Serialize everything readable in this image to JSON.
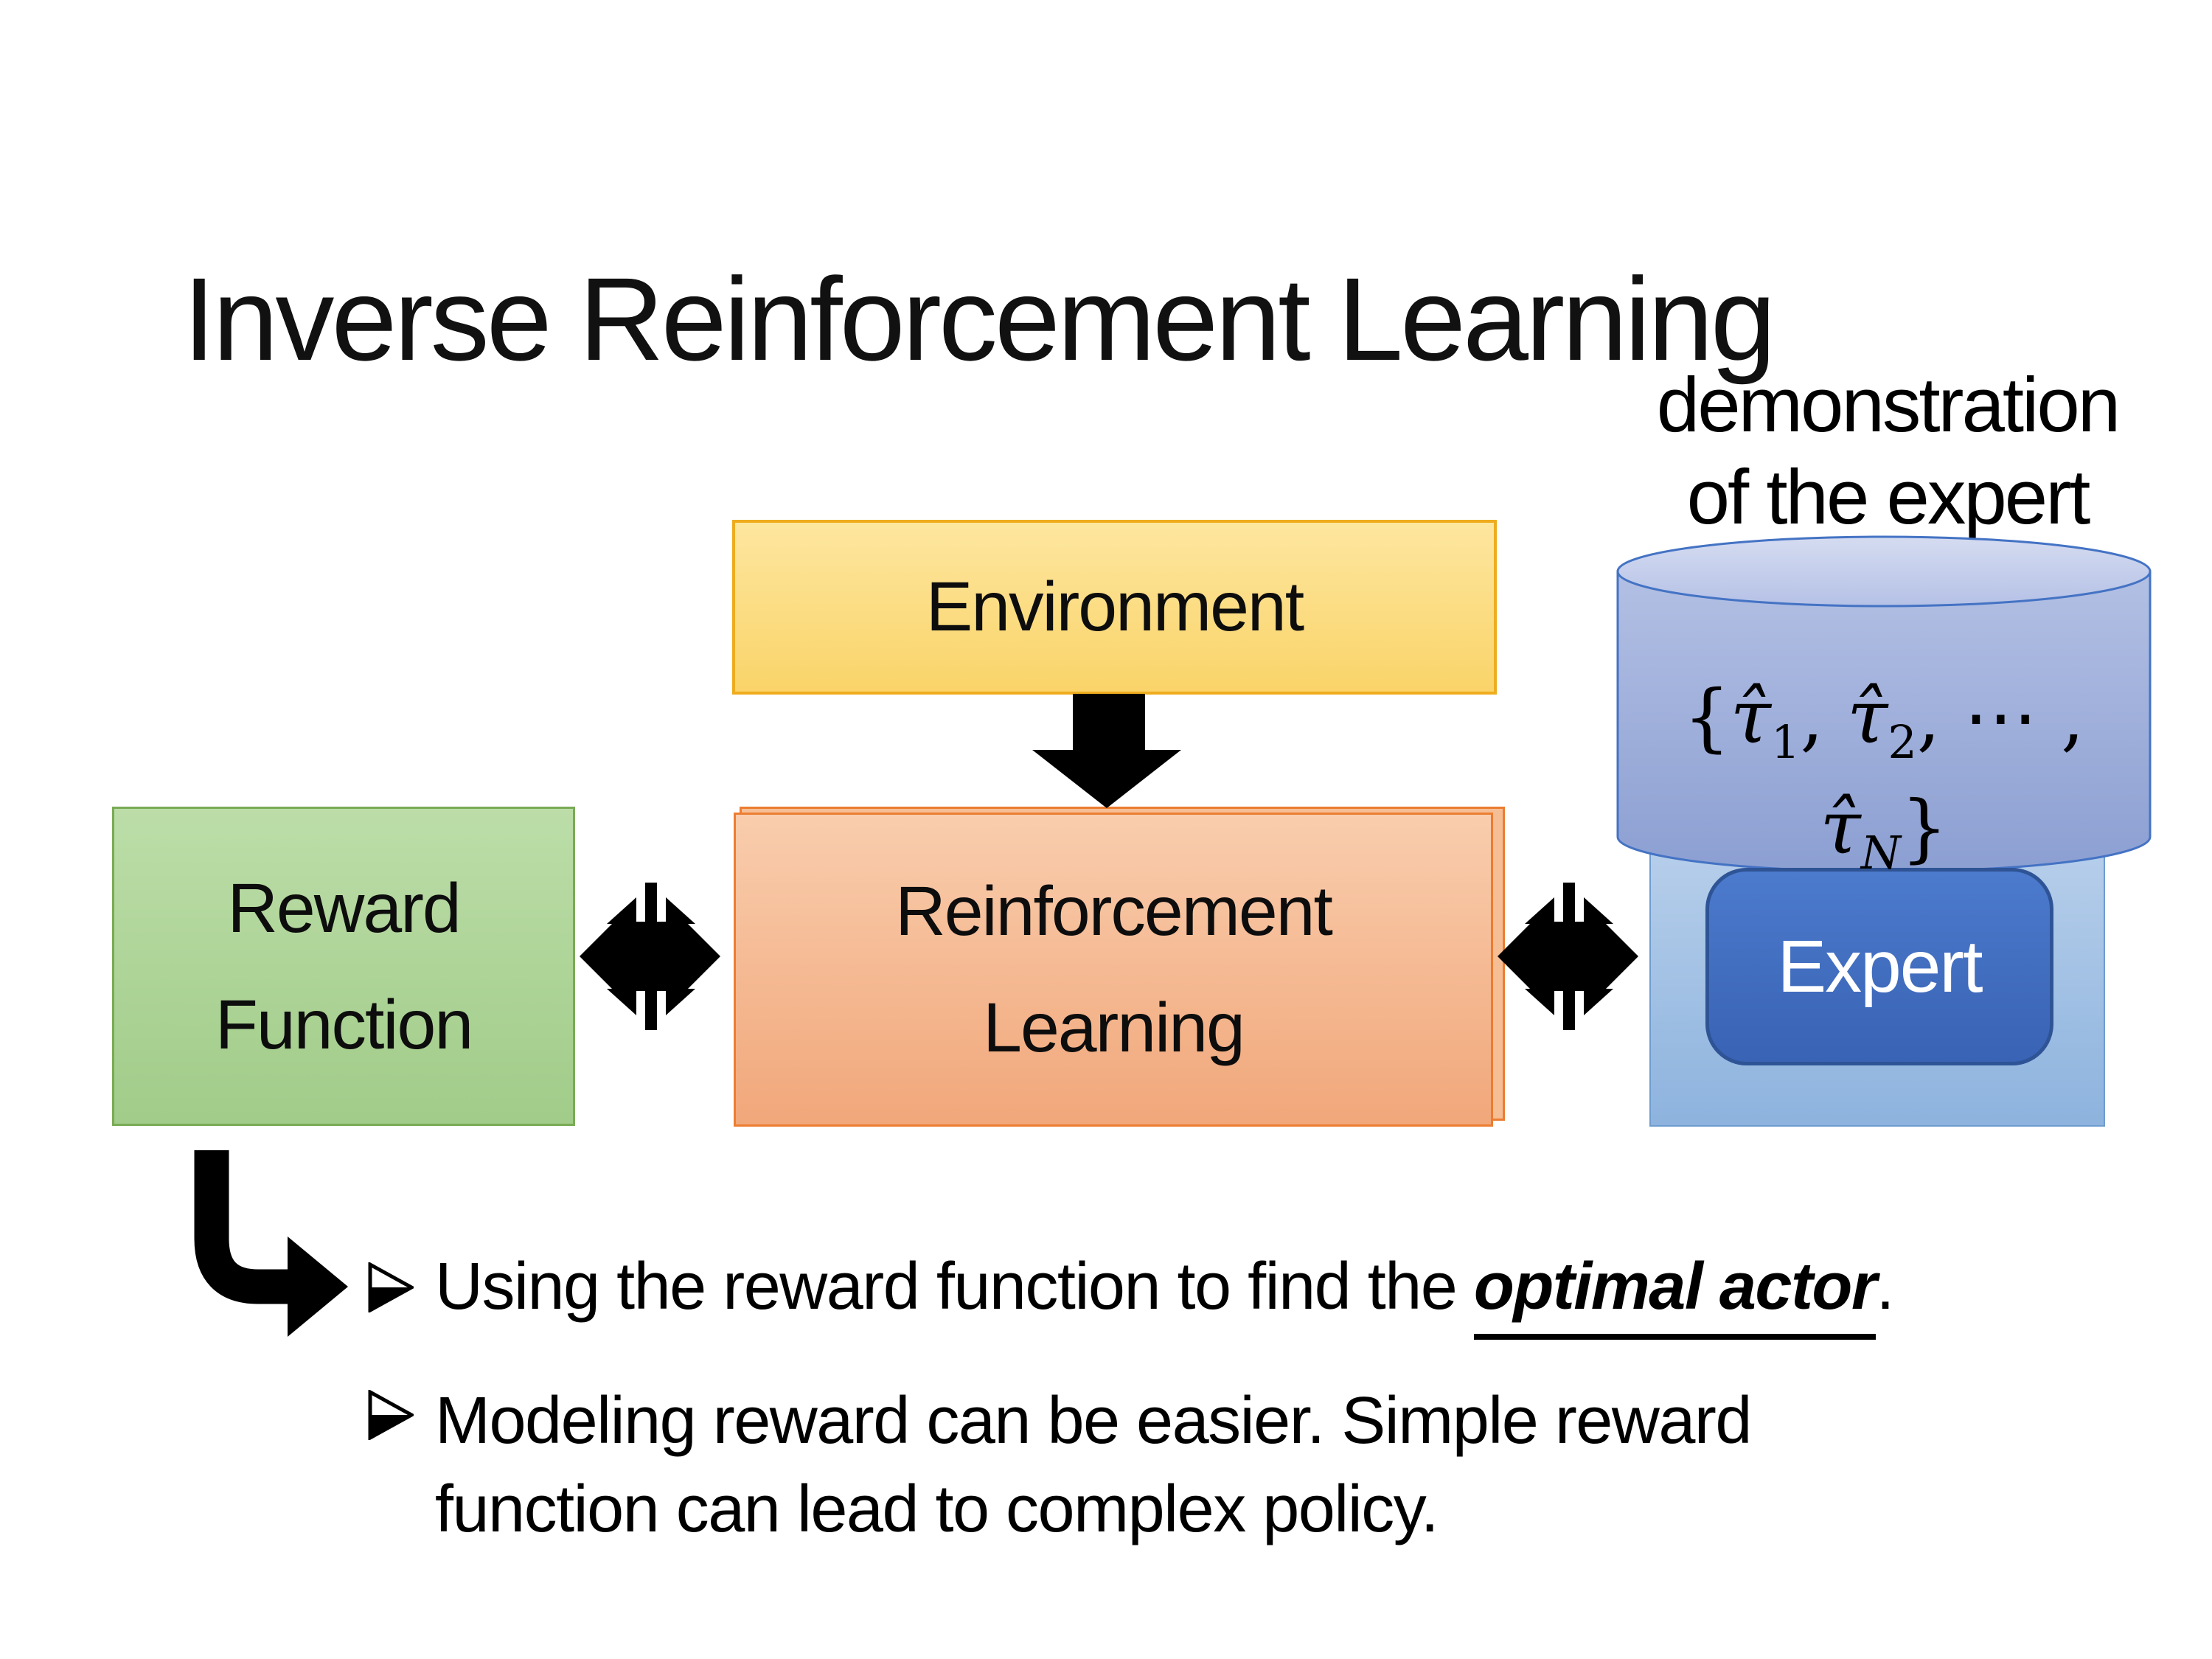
{
  "slide": {
    "title": "Inverse Reinforcement Learning",
    "demo_label": {
      "line1": "demonstration",
      "line2": "of the expert"
    },
    "diagram": {
      "environment": {
        "label": "Environment"
      },
      "reward_function": {
        "line1": "Reward",
        "line2": "Function"
      },
      "reinforcement_learning": {
        "line1": "Reinforcement",
        "line2": "Learning"
      },
      "expert": {
        "label": "Expert"
      },
      "demonstrations_formula": {
        "open": "{",
        "tau": "τ̂",
        "sub1": "1",
        "sep1": ", ",
        "sub2": "2",
        "sep2": ", ⋯ , ",
        "subN": "N",
        "close": "}"
      }
    },
    "bullets": {
      "item1": {
        "prefix": "Using the reward function to find the ",
        "emphasis": "optimal actor",
        "suffix": "."
      },
      "item2": {
        "line1": "Modeling reward can be easier. Simple reward",
        "line2": "function can lead to complex policy."
      }
    },
    "colors": {
      "environment_fill": "#FBD56F",
      "environment_border": "#EEAC1E",
      "reward_fill": "#A9D18E",
      "reward_border": "#79AA55",
      "rl_fill": "#F4B183",
      "rl_border": "#EC7D31",
      "cylinder_fill": "#9AAAD8",
      "cylinder_border": "#4473C4",
      "expert_container_fill": "#A3C3E6",
      "expert_fill": "#4472C4",
      "expert_border": "#2F5496",
      "arrow_fill": "#000000"
    }
  }
}
